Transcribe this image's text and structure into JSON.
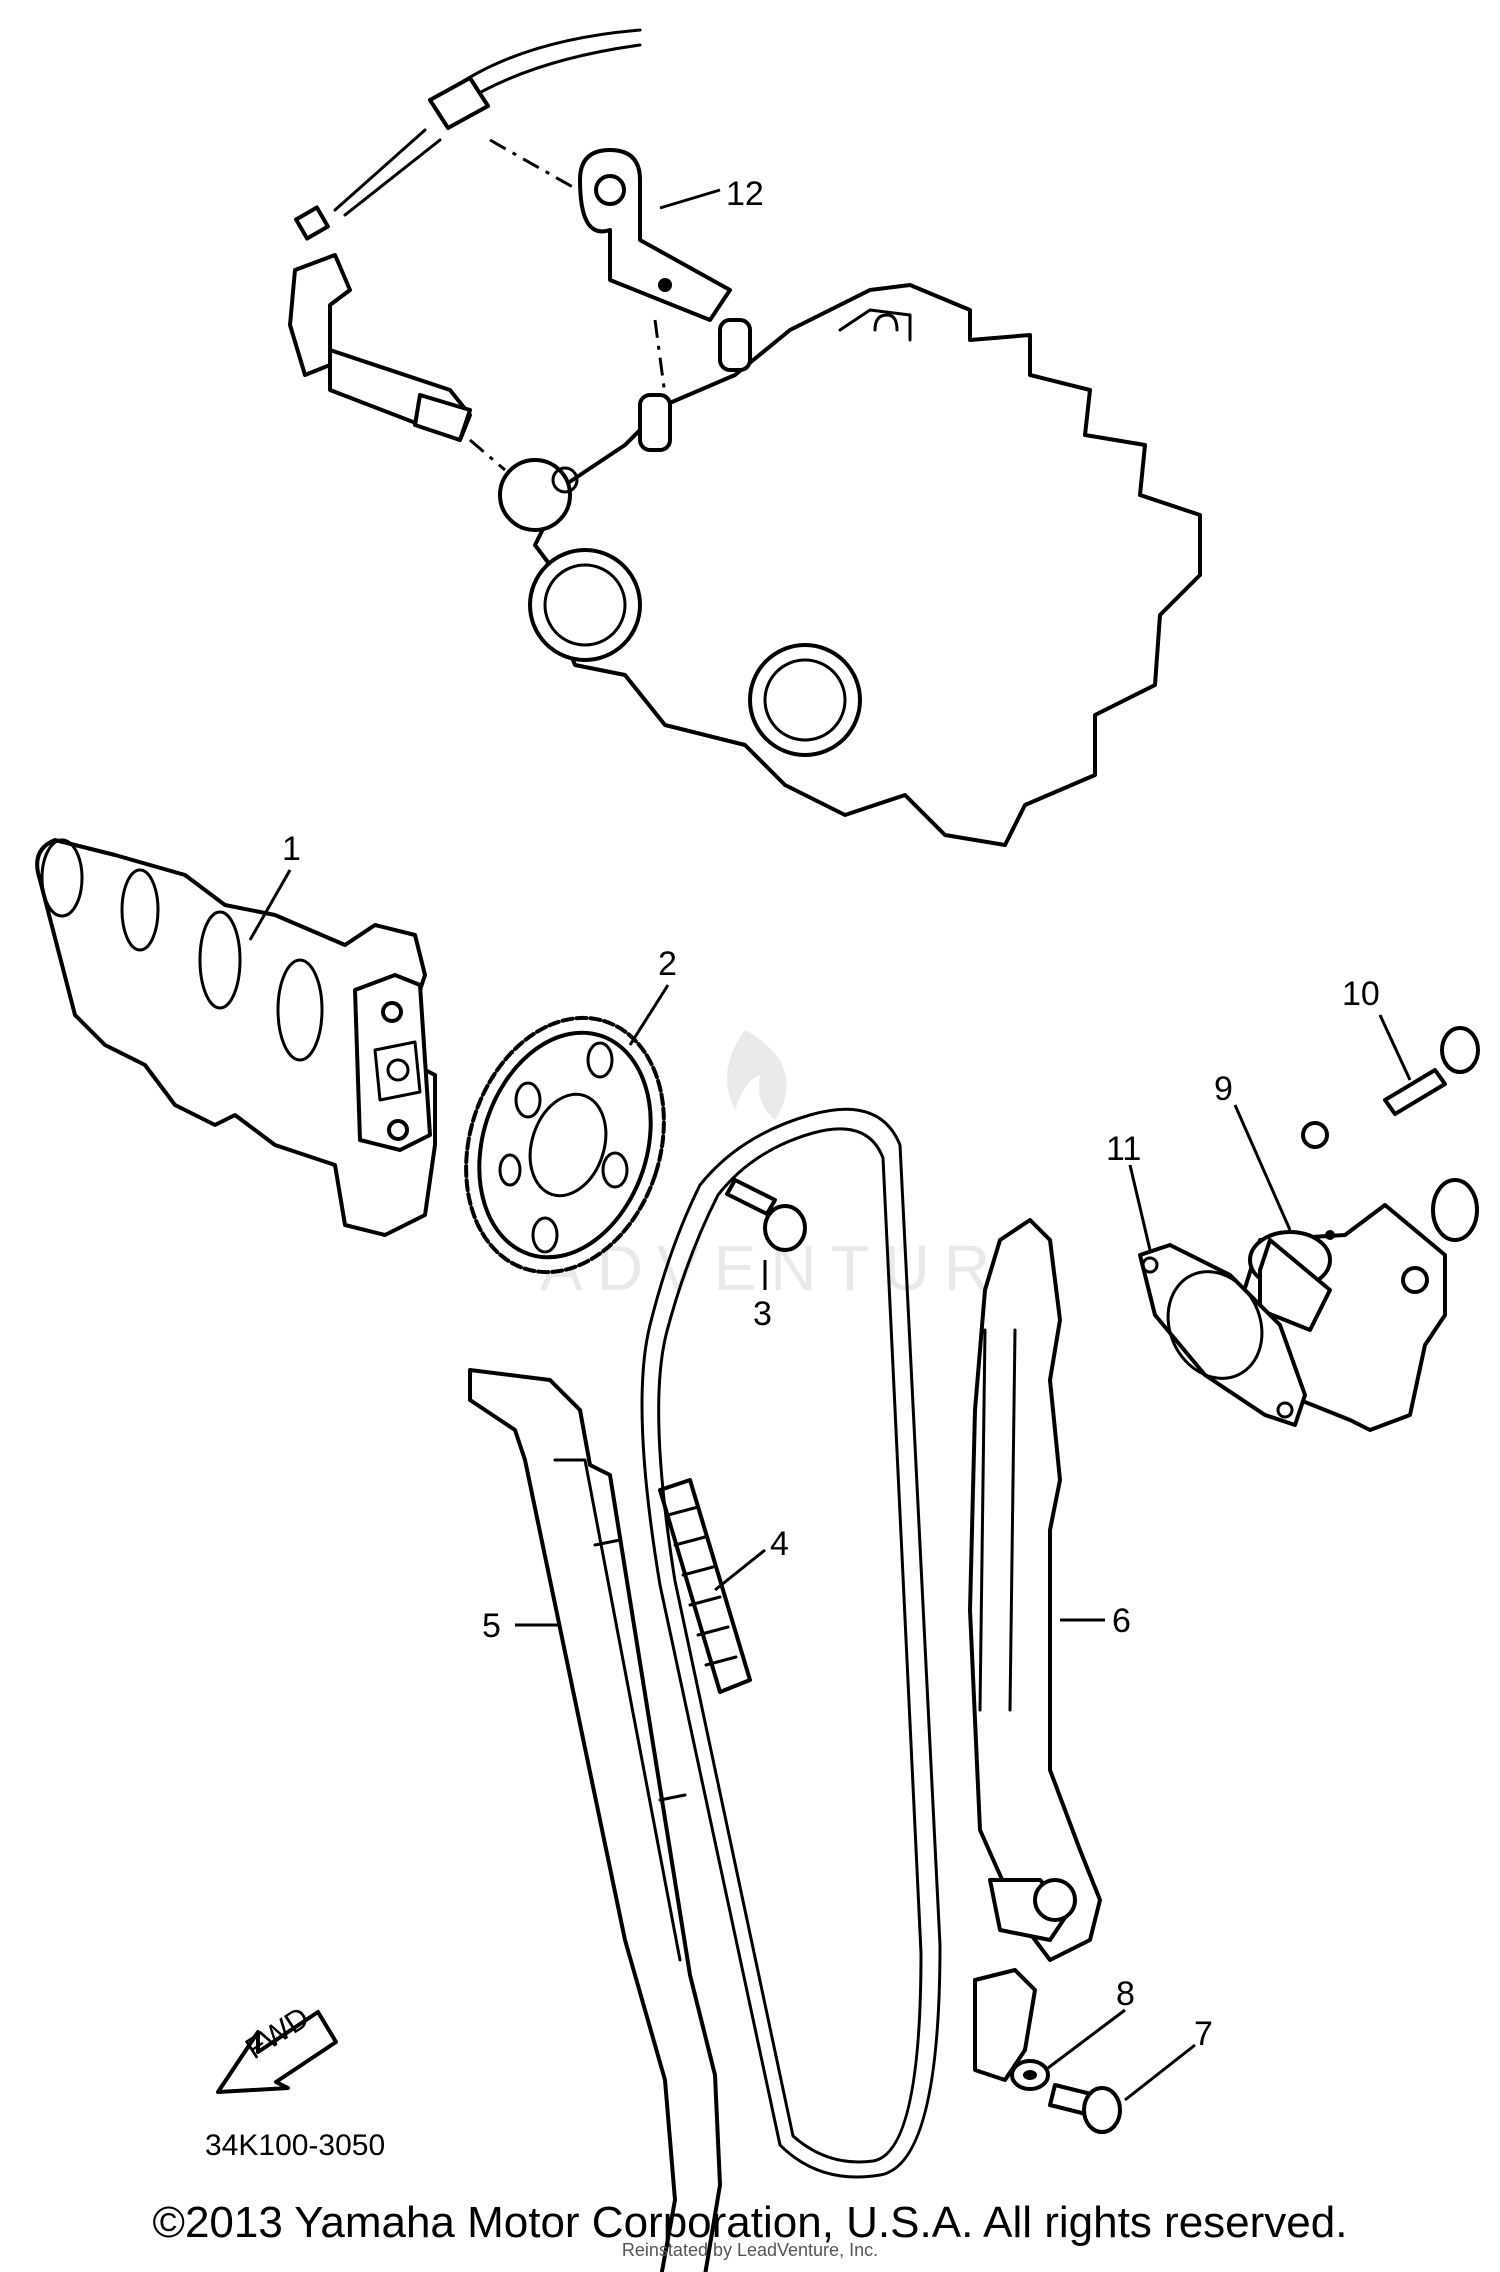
{
  "diagram": {
    "diagram_code": "34K100-3050",
    "fwd_label": "FWD",
    "watermark": "ADVENTURE",
    "callouts": {
      "p1": "1",
      "p2": "2",
      "p3": "3",
      "p4": "4",
      "p5": "5",
      "p6": "6",
      "p7": "7",
      "p8": "8",
      "p9": "9",
      "p10": "10",
      "p11": "11",
      "p12": "12"
    }
  },
  "footer": {
    "copyright": "©2013 Yamaha Motor Corporation, U.S.A. All rights reserved.",
    "subtext": "Reinstated by LeadVenture, Inc."
  }
}
